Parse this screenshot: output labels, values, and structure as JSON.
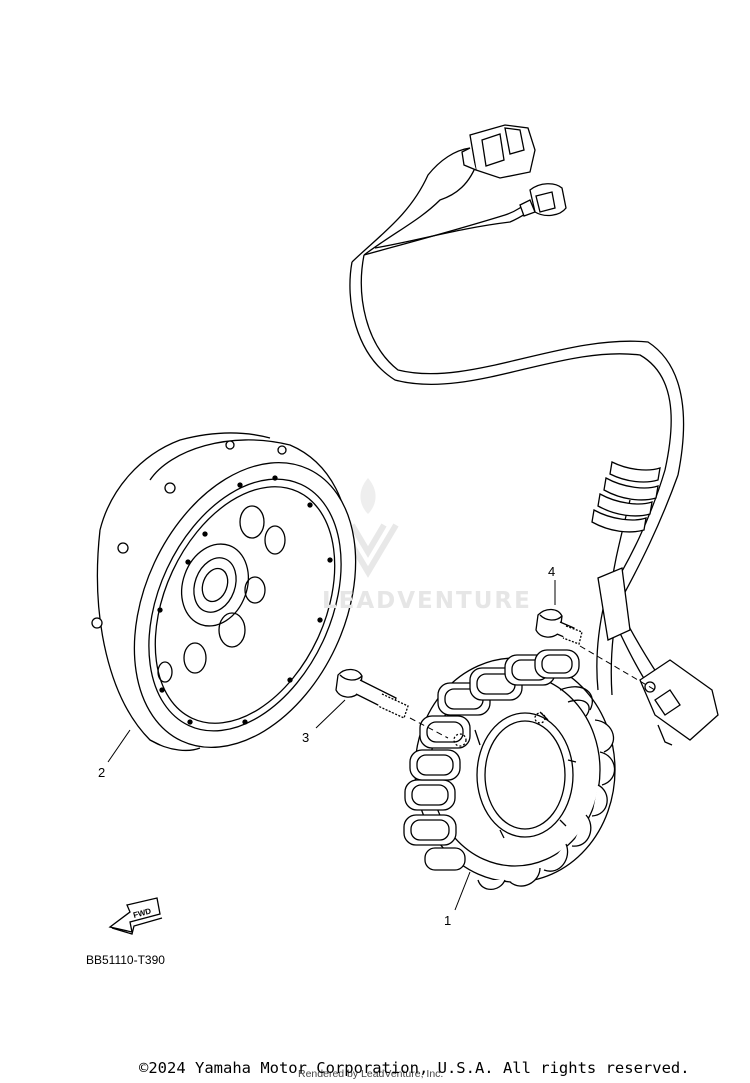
{
  "callouts": {
    "part_1": "1",
    "part_2": "2",
    "part_3": "3",
    "part_4": "4"
  },
  "fwd_label": "FWD",
  "diagram_code": "BB51110-T390",
  "footer": {
    "copyright": "©2024 Yamaha Motor Corporation, U.S.A. All rights reserved.",
    "rendered_by": "Rendered by LeadVenture, Inc."
  },
  "watermark": {
    "text": "LEADVENTURE"
  },
  "icons": [
    "fwd-arrow-icon",
    "leadventure-logo-icon"
  ],
  "colors": {
    "line": "#000000",
    "background": "#ffffff",
    "watermark": "#e6e6e6"
  }
}
